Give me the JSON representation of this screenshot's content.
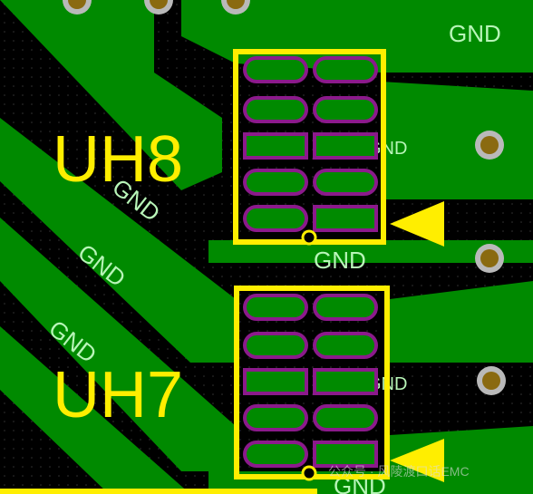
{
  "colors": {
    "copper": "#008a00",
    "copper_dark": "#006400",
    "silkscreen": "#ffee00",
    "net_label": "#b8f5b8",
    "pad_outline": "#8b1a8b",
    "via_drill": "#8a6a10",
    "via_ring": "#b9b9b9",
    "background": "#000000"
  },
  "components": [
    {
      "designator": "UH8"
    },
    {
      "designator": "UH7"
    }
  ],
  "net_labels": [
    "GND",
    "GND",
    "GND",
    "GND",
    "GND",
    "GND",
    "GND",
    "GND"
  ],
  "watermark": {
    "text": "公众号 · 风陵渡口话EMC"
  }
}
